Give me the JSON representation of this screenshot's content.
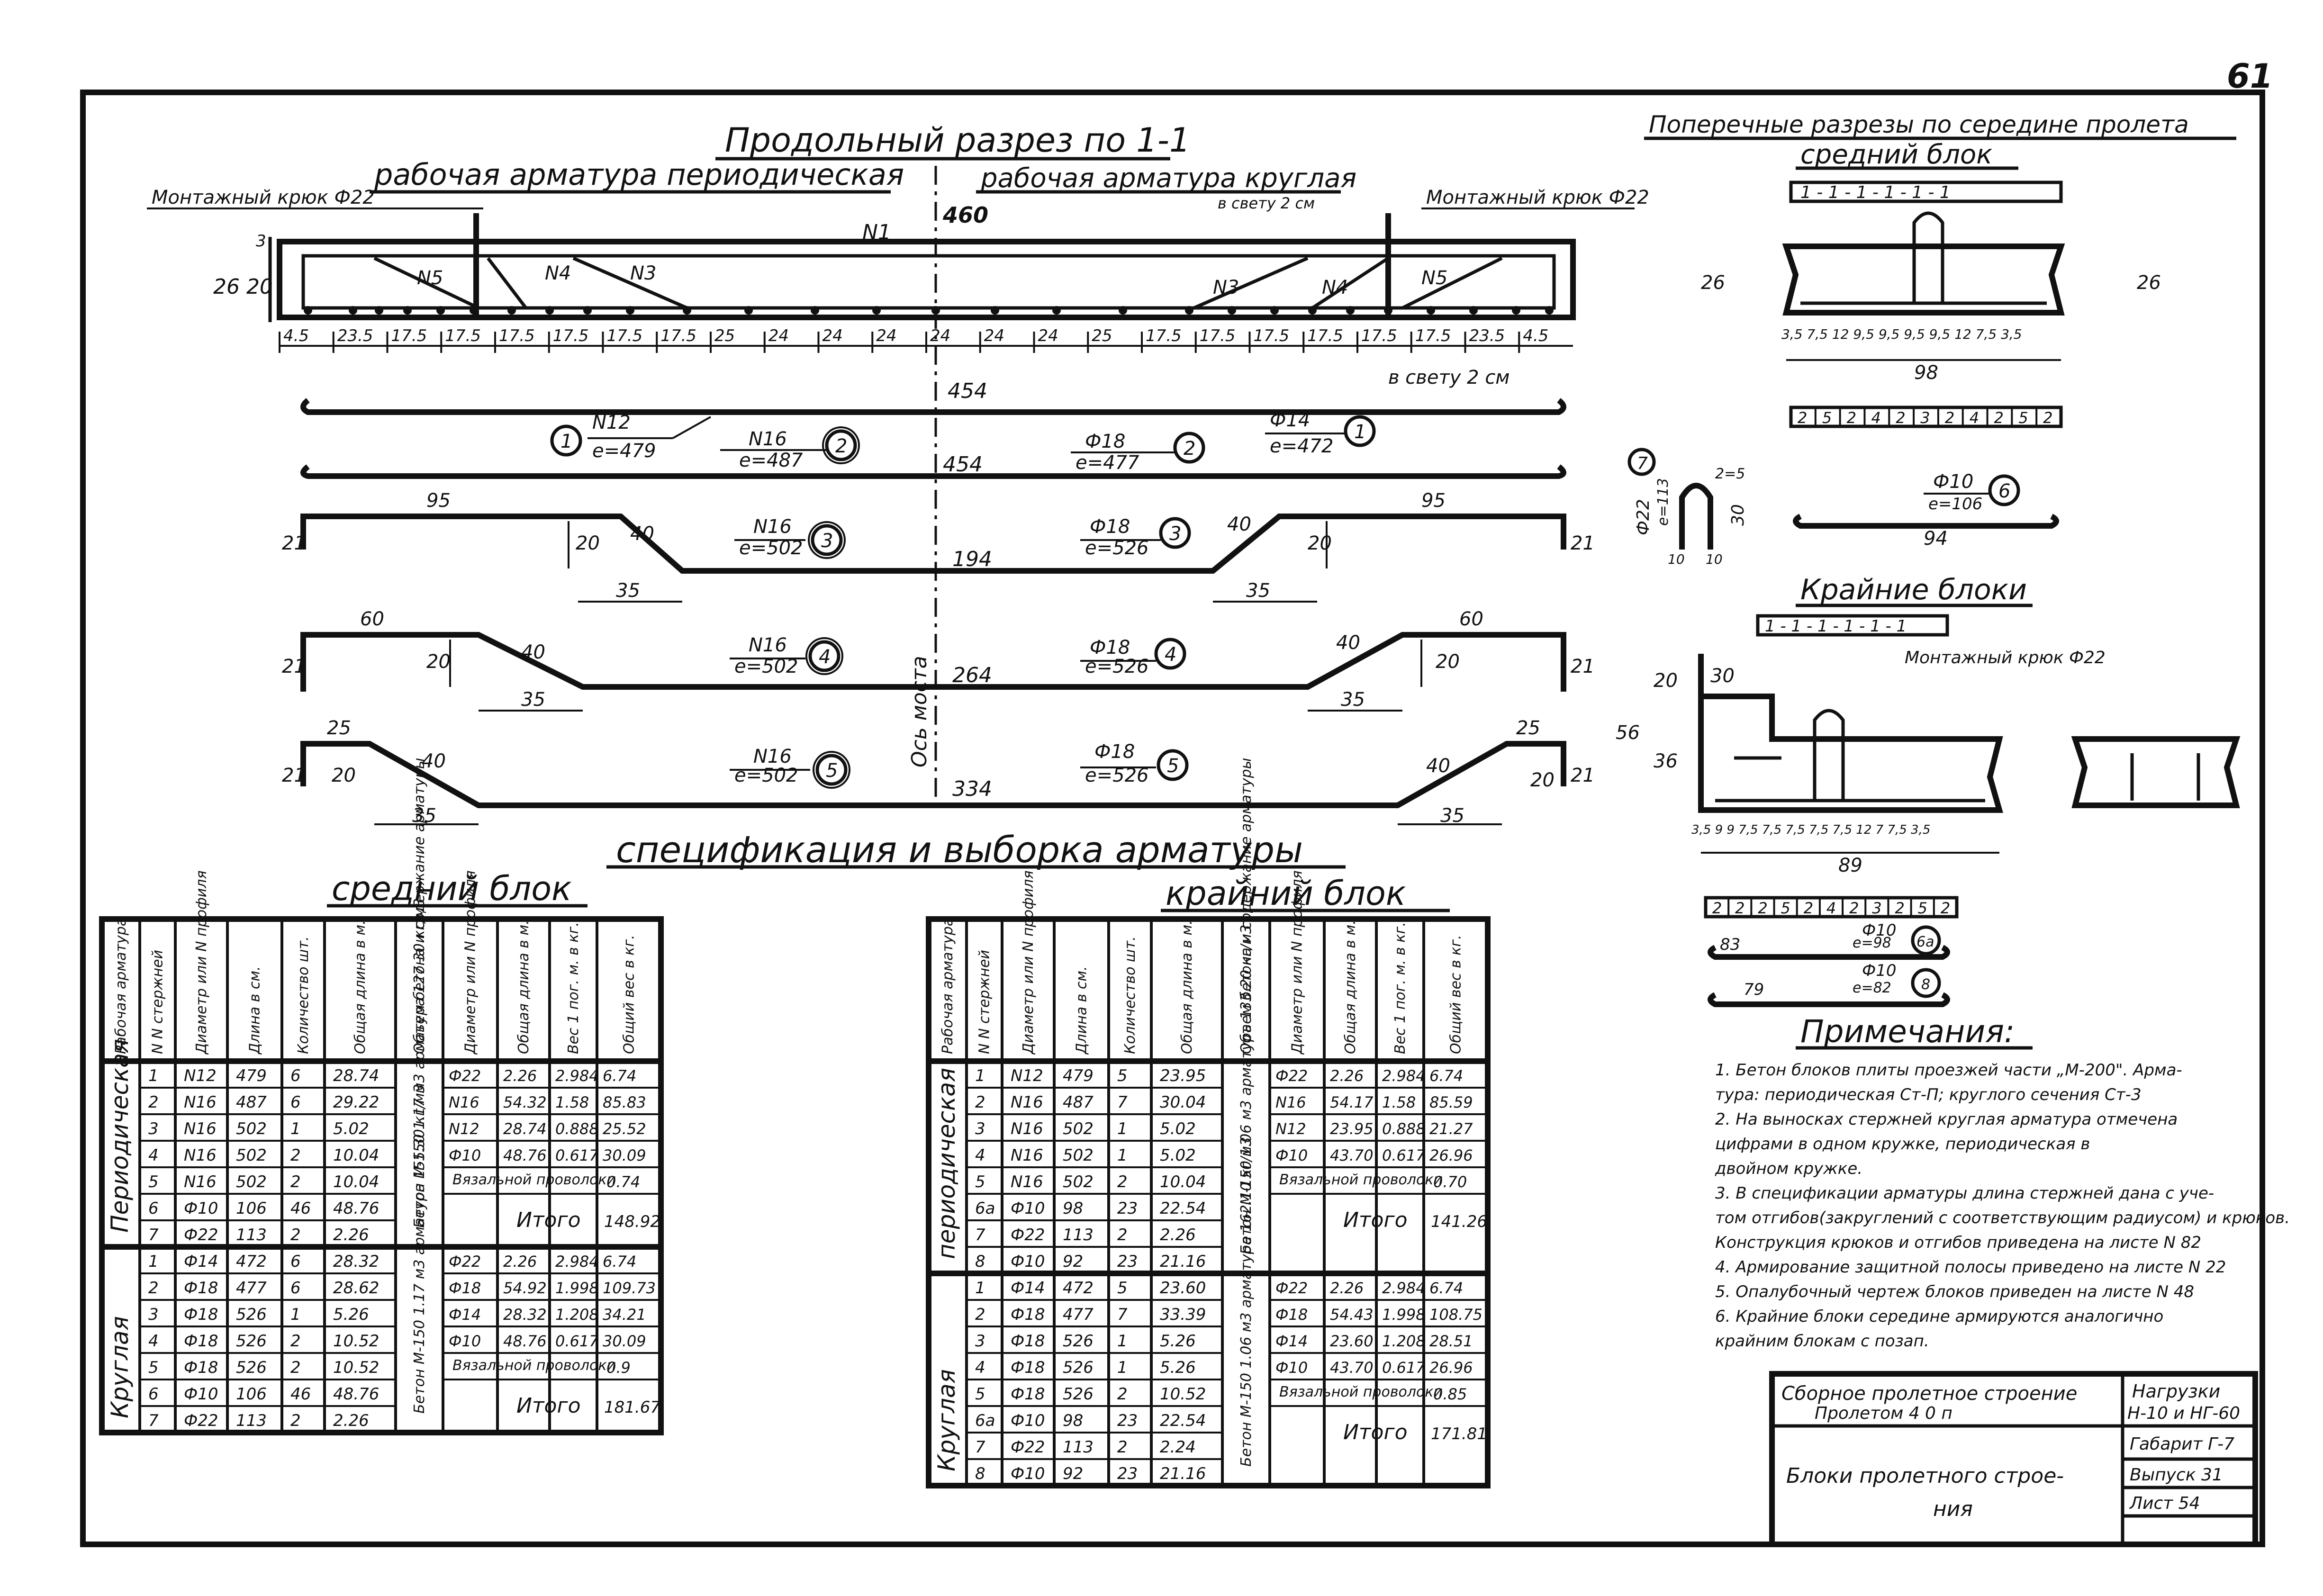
{
  "sheet_corner_number": "61",
  "longitudinal": {
    "title": "Продольный разрез по 1-1",
    "left_label": "рабочая арматура периодическая",
    "right_label": "рабочая арматура круглая",
    "right_sub": "в свету 2 см",
    "hook_left": "Монтажный крюк Ф22",
    "hook_right": "Монтажный крюк Ф22",
    "total_length": "460",
    "bar_n1": "N1",
    "diag_left": [
      "N5",
      "N4",
      "N3"
    ],
    "diag_right": [
      "N3",
      "N4",
      "N5"
    ],
    "height_26": "26",
    "height_20": "20",
    "height_3": "3",
    "spacing": [
      "4.5",
      "23.5",
      "17.5",
      "17.5",
      "17.5",
      "17.5",
      "17.5",
      "17.5",
      "25",
      "24",
      "24",
      "24",
      "24",
      "24",
      "24",
      "25",
      "17.5",
      "17.5",
      "17.5",
      "17.5",
      "17.5",
      "17.5",
      "23.5",
      "4.5"
    ],
    "clear_note": "в свету 2 см",
    "axis_label": "Ось моста"
  },
  "bars": {
    "b1": {
      "length": "454",
      "left": "N12",
      "left_e": "е=479",
      "left_num": "1",
      "right": "Ф14",
      "right_e": "е=472",
      "right_num": "1"
    },
    "b2": {
      "length": "454",
      "left": "N16",
      "left_e": "е=487",
      "left_num": "2",
      "right": "Ф18",
      "right_e": "е=477",
      "right_num": "2"
    },
    "b3": {
      "mid": "194",
      "left": "N16",
      "left_e": "е=502",
      "left_num": "3",
      "right": "Ф18",
      "right_e": "е=526",
      "right_num": "3",
      "seg": "95",
      "rise": "40",
      "h": "20",
      "end": "21",
      "run": "35"
    },
    "b4": {
      "mid": "264",
      "left": "N16",
      "left_e": "е=502",
      "left_num": "4",
      "right": "Ф18",
      "right_e": "е=526",
      "right_num": "4",
      "seg": "60",
      "rise": "40",
      "h": "20",
      "end": "21",
      "run": "35"
    },
    "b5": {
      "mid": "334",
      "left": "N16",
      "left_e": "е=502",
      "left_num": "5",
      "right": "Ф18",
      "right_e": "е=526",
      "right_num": "5",
      "seg": "25",
      "rise": "40",
      "h": "20",
      "end": "21",
      "run": "35"
    }
  },
  "cross": {
    "title": "Поперечные разрезы по середине пролета",
    "middle_title": "средний блок",
    "middle_top_row": "1 - 1 - 1 - 1 - 1 - 1",
    "middle_bottom_row": [
      "2",
      "5",
      "2",
      "4",
      "2",
      "3",
      "2",
      "4",
      "2",
      "5",
      "2"
    ],
    "middle_width": "98",
    "middle_height": "26",
    "middle_dims": "3,5 7,5 12 9,5 9,5 9,5 9,5 12 7,5 3,5",
    "hook_detail": {
      "bar": "Ф22",
      "num": "7",
      "e": "е=113",
      "dims": [
        "2=5",
        "30",
        "10",
        "10"
      ]
    },
    "bar6": {
      "label": "Ф10",
      "e": "е=106",
      "num": "6",
      "len": "94"
    },
    "edge_title": "Крайние блоки",
    "edge_top_row": "1 - 1 - 1 - 1 - 1 - 1",
    "edge_hook": "Монтажный крюк Ф22",
    "edge_dims": [
      "30",
      "20",
      "36",
      "56",
      "89"
    ],
    "edge_bottom_row": [
      "2",
      "2",
      "2",
      "5",
      "2",
      "4",
      "2",
      "3",
      "2",
      "5",
      "2"
    ],
    "edge_bar6a": {
      "label": "Ф10",
      "e": "е=98",
      "num": "6а",
      "len": "83"
    },
    "edge_bar8": {
      "label": "Ф10",
      "e": "е=82",
      "num": "8",
      "len": "79"
    },
    "edge_dims_bottom": "3,5 9 9 7,5 7,5 7,5 7,5 7,5 12 7 7,5 3,5"
  },
  "spec": {
    "title": "спецификация и выборка арматуры",
    "middle": {
      "title": "средний блок",
      "headers": [
        "Рабочая арматура",
        "N N стержней",
        "Диаметр или N профиля",
        "Длина в см.",
        "Количество шт.",
        "Общая длина в м.",
        "Объем бетона и содержание арматуры",
        "Диаметр или N профиля",
        "Общая длина в м.",
        "Вес 1 пог. м. в кг.",
        "Общий вес в кг."
      ],
      "group1": "Периодическая",
      "rows1": [
        [
          "1",
          "N12",
          "479",
          "6",
          "28.74"
        ],
        [
          "2",
          "N16",
          "487",
          "6",
          "29.22"
        ],
        [
          "3",
          "N16",
          "502",
          "1",
          "5.02"
        ],
        [
          "4",
          "N16",
          "502",
          "2",
          "10.04"
        ],
        [
          "5",
          "N16",
          "502",
          "2",
          "10.04"
        ],
        [
          "6",
          "Ф10",
          "106",
          "46",
          "48.76"
        ],
        [
          "7",
          "Ф22",
          "113",
          "2",
          "2.26"
        ]
      ],
      "concrete1": "Бетон М-150 1.17 м3 арматура 127.30 кг/м3",
      "sel1": [
        [
          "Ф22",
          "2.26",
          "2.984",
          "6.74"
        ],
        [
          "N16",
          "54.32",
          "1.58",
          "85.83"
        ],
        [
          "N12",
          "28.74",
          "0.888",
          "25.52"
        ],
        [
          "Ф10",
          "48.76",
          "0.617",
          "30.09"
        ]
      ],
      "wire_label": "Вязальной проволоки",
      "wire1": "0.74",
      "total_label": "Итого",
      "total1": "148.92",
      "group2": "Круглая",
      "rows2": [
        [
          "1",
          "Ф14",
          "472",
          "6",
          "28.32"
        ],
        [
          "2",
          "Ф18",
          "477",
          "6",
          "28.62"
        ],
        [
          "3",
          "Ф18",
          "526",
          "1",
          "5.26"
        ],
        [
          "4",
          "Ф18",
          "526",
          "2",
          "10.52"
        ],
        [
          "5",
          "Ф18",
          "526",
          "2",
          "10.52"
        ],
        [
          "6",
          "Ф10",
          "106",
          "46",
          "48.76"
        ],
        [
          "7",
          "Ф22",
          "113",
          "2",
          "2.26"
        ]
      ],
      "concrete2": "Бетон М-150 1.17 м3 арматура 155.30 кг/м3",
      "sel2": [
        [
          "Ф22",
          "2.26",
          "2.984",
          "6.74"
        ],
        [
          "Ф18",
          "54.92",
          "1.998",
          "109.73"
        ],
        [
          "Ф14",
          "28.32",
          "1.208",
          "34.21"
        ],
        [
          "Ф10",
          "48.76",
          "0.617",
          "30.09"
        ]
      ],
      "wire2": "0.9",
      "total2": "181.67"
    },
    "edge": {
      "title": "крайний блок",
      "group1": "периодическая",
      "rows1": [
        [
          "1",
          "N12",
          "479",
          "5",
          "23.95"
        ],
        [
          "2",
          "N16",
          "487",
          "7",
          "30.04"
        ],
        [
          "3",
          "N16",
          "502",
          "1",
          "5.02"
        ],
        [
          "4",
          "N16",
          "502",
          "1",
          "5.02"
        ],
        [
          "5",
          "N16",
          "502",
          "2",
          "10.04"
        ],
        [
          "6а",
          "Ф10",
          "98",
          "23",
          "22.54"
        ],
        [
          "7",
          "Ф22",
          "113",
          "2",
          "2.26"
        ],
        [
          "8",
          "Ф10",
          "92",
          "23",
          "21.16"
        ]
      ],
      "concrete1": "Бетон М-150 1.06 м3 арматура 133.20 кг/м3",
      "sel1": [
        [
          "Ф22",
          "2.26",
          "2.984",
          "6.74"
        ],
        [
          "N16",
          "54.17",
          "1.58",
          "85.59"
        ],
        [
          "N12",
          "23.95",
          "0.888",
          "21.27"
        ],
        [
          "Ф10",
          "43.70",
          "0.617",
          "26.96"
        ]
      ],
      "wire1": "0.70",
      "total1": "141.26",
      "group2": "Круглая",
      "rows2": [
        [
          "1",
          "Ф14",
          "472",
          "5",
          "23.60"
        ],
        [
          "2",
          "Ф18",
          "477",
          "7",
          "33.39"
        ],
        [
          "3",
          "Ф18",
          "526",
          "1",
          "5.26"
        ],
        [
          "4",
          "Ф18",
          "526",
          "1",
          "5.26"
        ],
        [
          "5",
          "Ф18",
          "526",
          "2",
          "10.52"
        ],
        [
          "6а",
          "Ф10",
          "98",
          "23",
          "22.54"
        ],
        [
          "7",
          "Ф22",
          "113",
          "2",
          "2.24"
        ],
        [
          "8",
          "Ф10",
          "92",
          "23",
          "21.16"
        ]
      ],
      "concrete2": "Бетон М-150 1.06 м3 арматура 162.10 кг/м3",
      "sel2": [
        [
          "Ф22",
          "2.26",
          "2.984",
          "6.74"
        ],
        [
          "Ф18",
          "54.43",
          "1.998",
          "108.75"
        ],
        [
          "Ф14",
          "23.60",
          "1.208",
          "28.51"
        ],
        [
          "Ф10",
          "43.70",
          "0.617",
          "26.96"
        ]
      ],
      "wire2": "0.85",
      "total2": "171.81"
    }
  },
  "notes": {
    "title": "Примечания:",
    "items": [
      "1. Бетон блоков плиты проезжей части „М-200\". Арма-",
      "тура: периодическая Ст-П; круглого сечения Ст-3",
      "2. На выносках стержней круглая арматура отмечена",
      "цифрами в одном кружке, периодическая в",
      "двойном кружке.",
      "3. В спецификации арматуры длина стержней дана с уче-",
      "том отгибов(закруглений с соответствующим радиусом) и крюков.",
      "Конструкция крюков и отгибов приведена на листе N 82",
      "4. Армирование защитной полосы приведено на листе N 22",
      "5. Опалубочный чертеж блоков приведен на листе N 48",
      "6. Крайние блоки середине армируются аналогично",
      "крайним блокам с позап."
    ]
  },
  "stamp": {
    "title1": "Сборное пролетное строение",
    "title2": "Пролетом 4 0 п",
    "name1": "Блоки пролетного строе-",
    "name2": "ния",
    "load_label": "Нагрузки",
    "load": "Н-10 и НГ-60",
    "gabarit": "Габарит Г-7",
    "issue": "Выпуск 31",
    "sheet": "Лист 54"
  }
}
